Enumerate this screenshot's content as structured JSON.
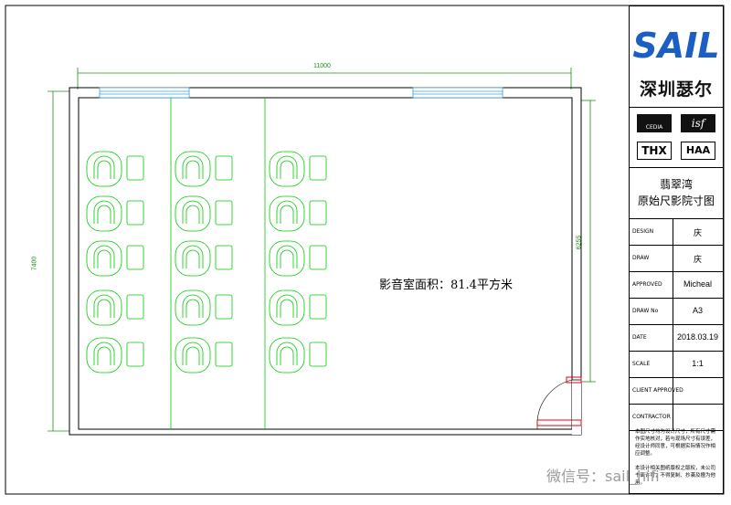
{
  "plan": {
    "room_width_dim": "11000",
    "room_height_dim": "7400",
    "right_dim": "6255",
    "area_label": "影音室面积：81.4平方米",
    "seat_rows": 5,
    "seat_columns": 3,
    "colors": {
      "wall": "#000000",
      "seat": "#00cc00",
      "dimension": "#1a8f1a",
      "window": "#3aa0d8",
      "door": "#e0001a"
    }
  },
  "title_block": {
    "brand_logo_text": "SAIL",
    "brand_cn": "深圳瑟尔",
    "cert_logos": [
      "CEDIA",
      "isf",
      "THX",
      "HAA"
    ],
    "project_name": "翡翠湾",
    "drawing_name": "原始尺影院寸图",
    "rows": [
      {
        "label": "DESIGN",
        "value": "庆"
      },
      {
        "label": "DRAW",
        "value": "庆"
      },
      {
        "label": "APPROVED",
        "value": "Micheal"
      },
      {
        "label": "DRAW No",
        "value": "A3"
      },
      {
        "label": "DATE",
        "value": "2018.03.19"
      },
      {
        "label": "SCALE",
        "value": "1:1"
      },
      {
        "label": "CLIENT APPROVED",
        "value": ""
      },
      {
        "label": "CONTRACTOR",
        "value": ""
      }
    ],
    "note_1": "本图尺寸均为设计尺寸，所有尺寸需作实地核对，若与现场尺寸有误差，经设计师同意，可根据实际情况作相应调整。",
    "note_2": "本设计相关图纸版权之版权，未公司书面许可，不得复制、抄袭及擅为他用。"
  },
  "watermark": "微信号：sail_hifi"
}
